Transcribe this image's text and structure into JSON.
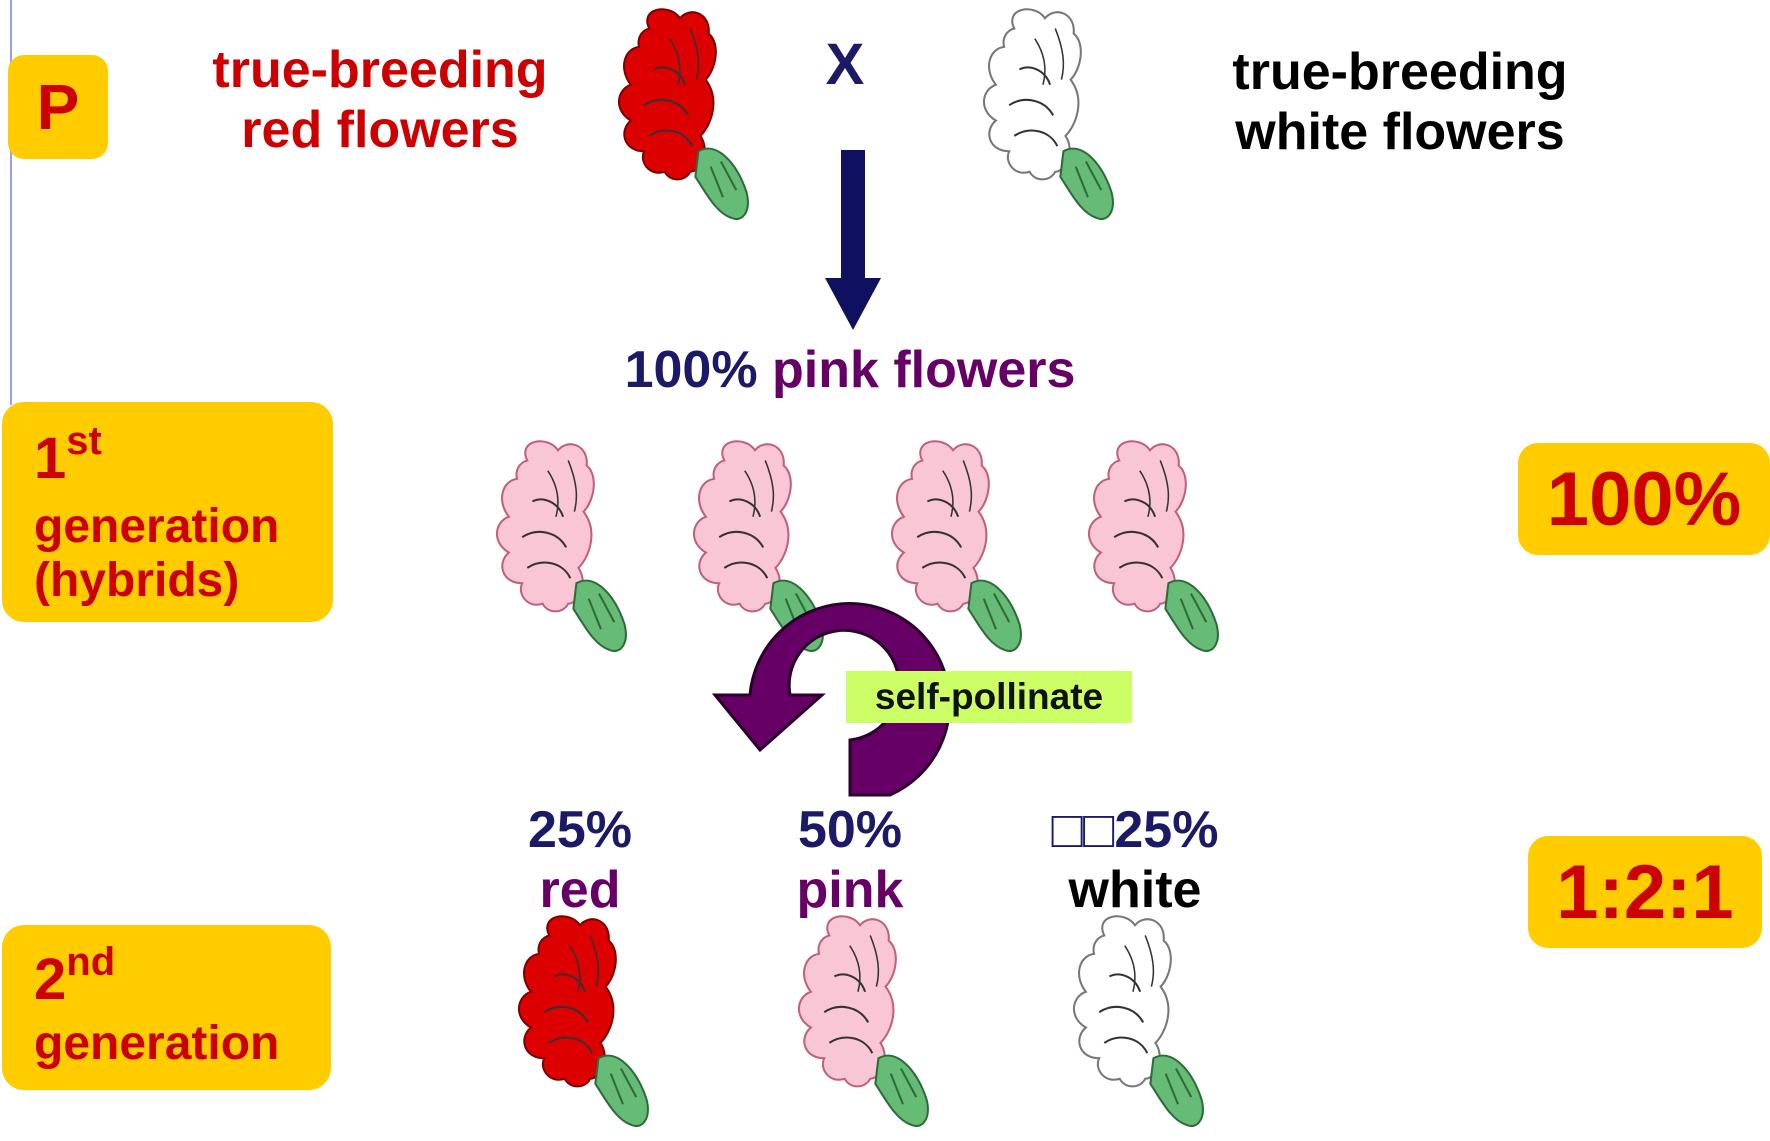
{
  "parents": {
    "label": "P",
    "red_parent": [
      "true-breeding",
      "red flowers"
    ],
    "cross_symbol": "X",
    "white_parent": [
      "true-breeding",
      "white flowers"
    ]
  },
  "f1": {
    "result_percent": "100%",
    "result_label": "pink flowers",
    "gen_number": "1",
    "gen_suffix": "st",
    "gen_label": [
      "generation",
      "(hybrids)"
    ],
    "ratio_box": "100%"
  },
  "self_pollinate_label": "self-pollinate",
  "f2": {
    "gen_number": "2",
    "gen_suffix": "nd",
    "gen_label": "generation",
    "ratio_box": "1:2:1",
    "outcomes": [
      {
        "percent": "25%",
        "label": "red"
      },
      {
        "percent": "50%",
        "label": "pink"
      },
      {
        "percent": "□□25%",
        "label": "white"
      }
    ]
  },
  "colors": {
    "box_fill": "#ffcc00",
    "box_text": "#cc0000",
    "navy": "#1a1a66",
    "purple": "#660066",
    "red_flower": "#dd0000",
    "pink_flower": "#f9c6d6",
    "white_flower": "#ffffff",
    "sepal": "#66bb77",
    "arrow": "#101060",
    "cycle_arrow": "#660066",
    "label_bg": "#ccff66"
  }
}
